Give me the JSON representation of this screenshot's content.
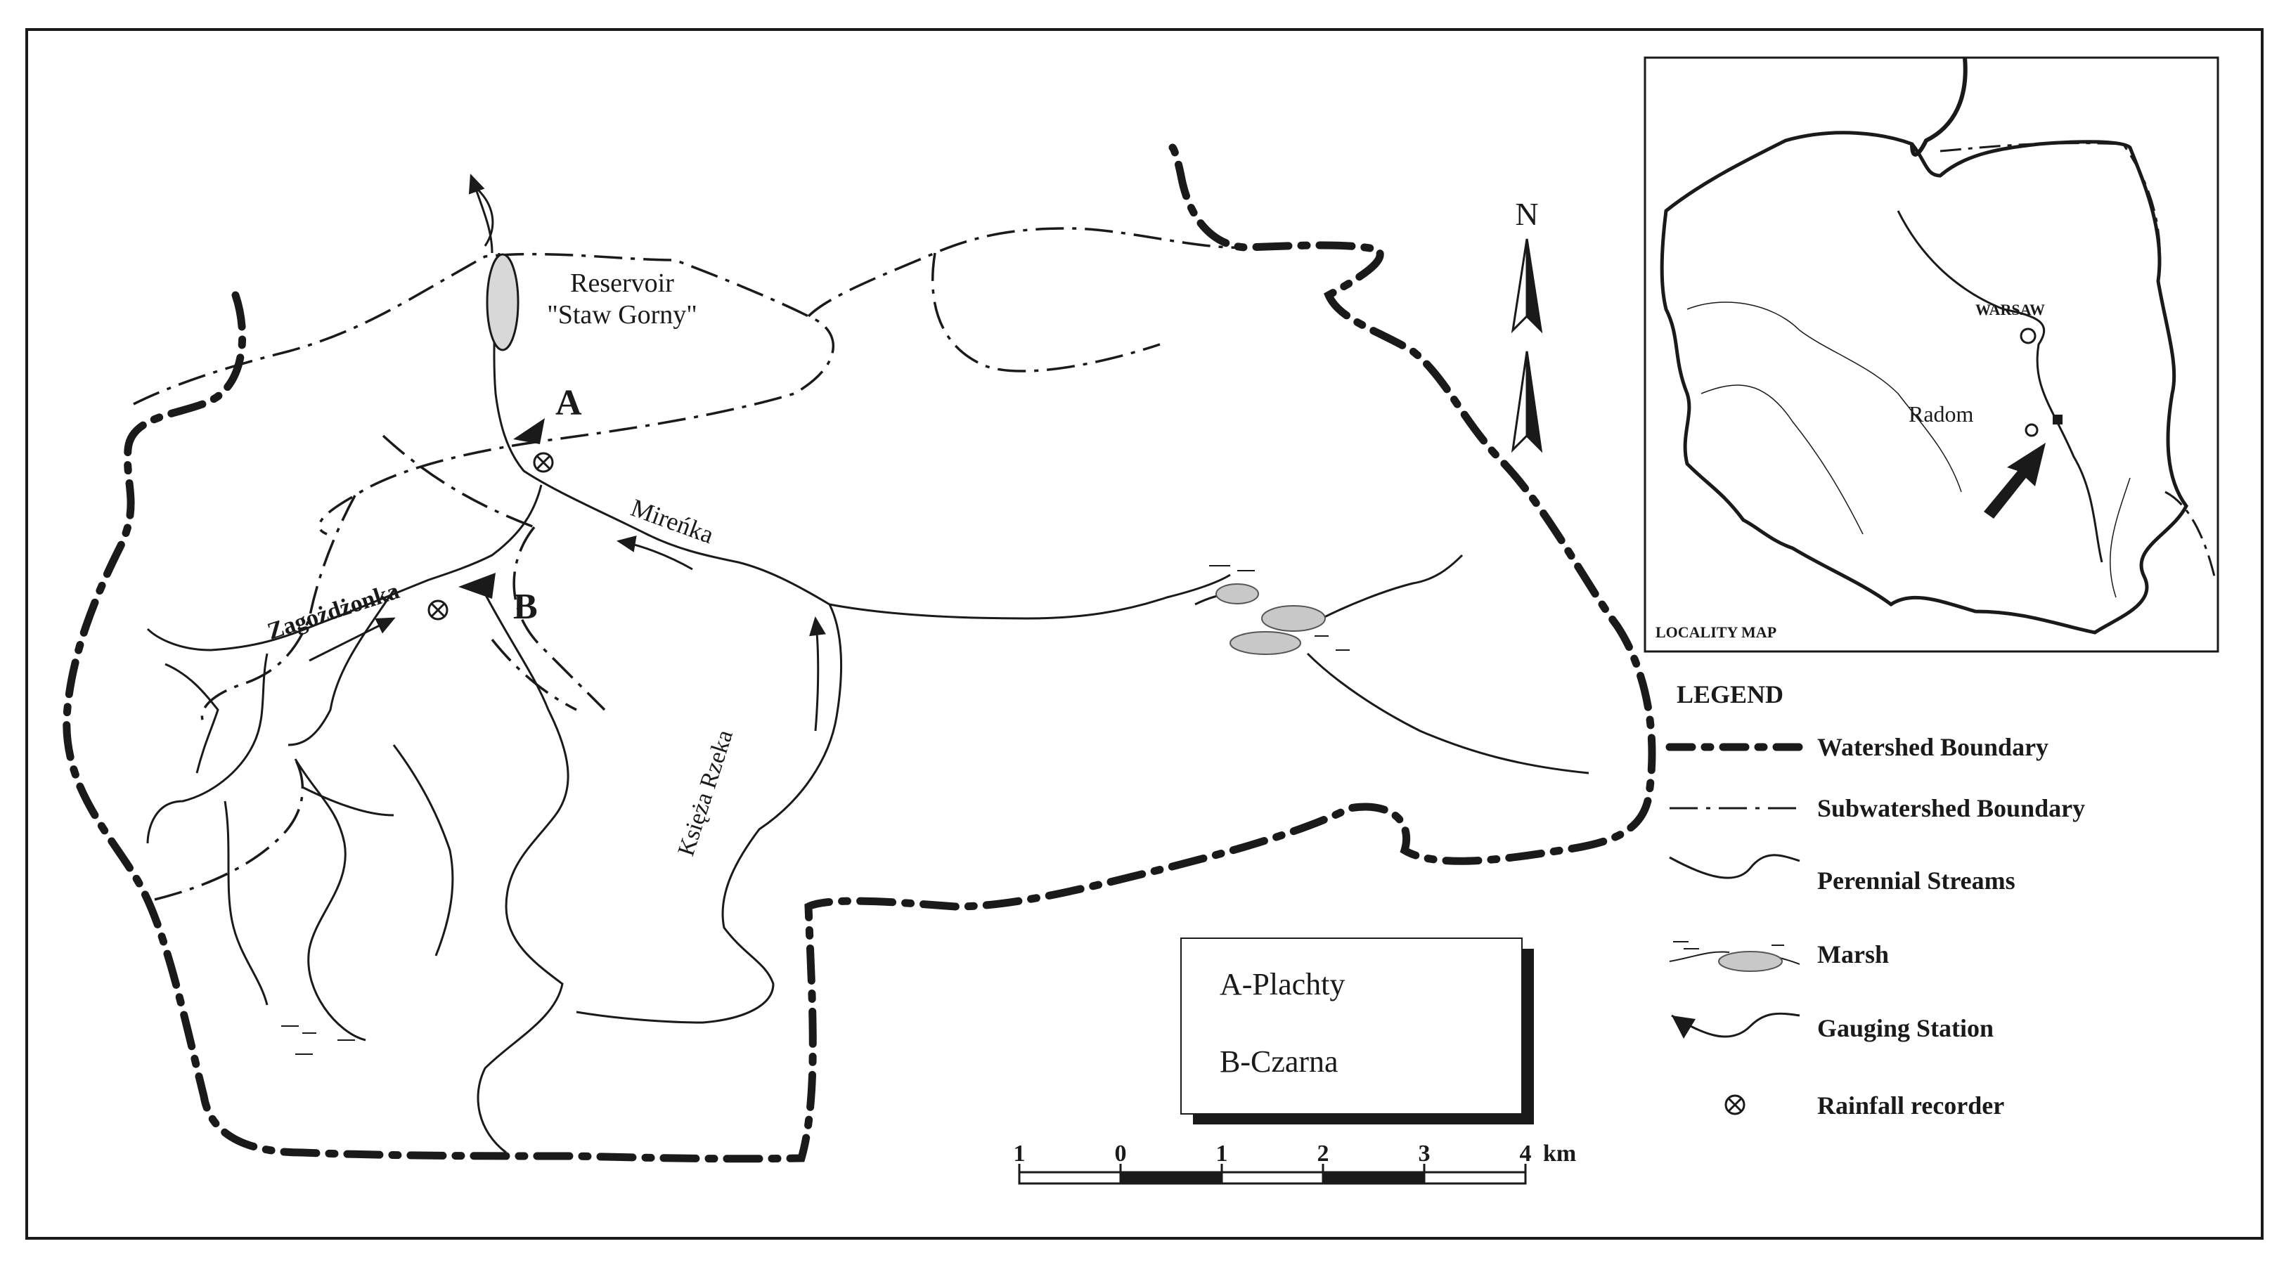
{
  "colors": {
    "ink": "#1a1a1a",
    "marsh": "#c8c8c8",
    "page": "#ffffff"
  },
  "map": {
    "north_label": "N",
    "reservoir_label_1": "Reservoir",
    "reservoir_label_2": "\"Staw Gorny\"",
    "station_a": "A",
    "station_b": "B",
    "stream_mirenka": "Mireńka",
    "stream_zagozdzonka": "Zagożdżonka",
    "stream_ksieza": "Księża Rzeka"
  },
  "locality_map": {
    "title": "LOCALITY MAP",
    "city_warsaw": "WARSAW",
    "city_radom": "Radom"
  },
  "station_box": {
    "line_a": "A-Plachty",
    "line_b": "B-Czarna"
  },
  "legend": {
    "title": "LEGEND",
    "items": [
      {
        "label": "Watershed Boundary",
        "icon": "watershed-boundary-line"
      },
      {
        "label": "Subwatershed Boundary",
        "icon": "subwatershed-boundary-line"
      },
      {
        "label": "Perennial Streams",
        "icon": "stream-line"
      },
      {
        "label": "Marsh",
        "icon": "marsh-symbol"
      },
      {
        "label": "Gauging Station",
        "icon": "gauging-station-symbol"
      },
      {
        "label": "Rainfall recorder",
        "icon": "rainfall-recorder-symbol"
      }
    ]
  },
  "scale_bar": {
    "ticks": [
      "1",
      "0",
      "1",
      "2",
      "3",
      "4"
    ],
    "unit": "km"
  }
}
